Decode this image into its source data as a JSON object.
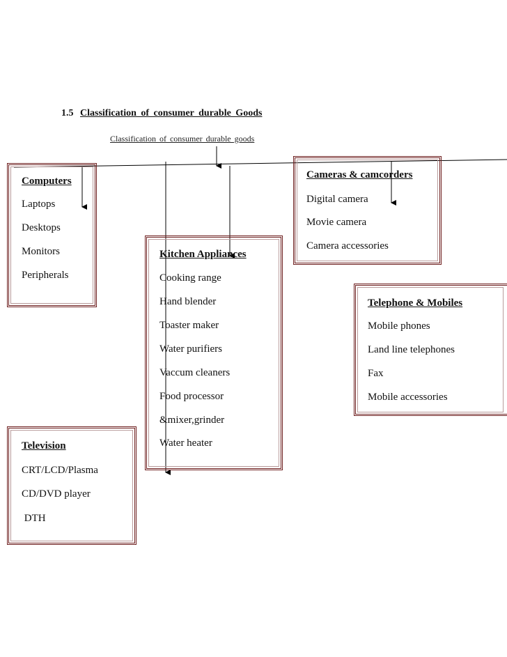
{
  "heading": {
    "number": "1.5",
    "title": "Classification  of  consumer  durable  Goods"
  },
  "diagram_title": "Classification  of  consumer  durable  goods",
  "colors": {
    "box_border": "#6e1f1f",
    "box_inner_line": "#b89a9a",
    "connector": "#000000",
    "text": "#111111"
  },
  "groups": {
    "computers": {
      "title": "Computers",
      "items": [
        "Laptops",
        "Desktops",
        "Monitors",
        "Peripherals"
      ]
    },
    "kitchen": {
      "title": "Kitchen Appliances",
      "items": [
        "Cooking range",
        "Hand blender",
        "Toaster maker",
        "Water purifiers",
        "Vaccum cleaners",
        "Food processor",
        "&mixer,grinder",
        "Water heater"
      ]
    },
    "cameras": {
      "title": "Cameras & camcorders",
      "items": [
        "Digital  camera",
        "Movie camera",
        "Camera accessories"
      ]
    },
    "telephone": {
      "title": "Telephone & Mobiles",
      "items": [
        "Mobile phones",
        "Land line telephones",
        "Fax",
        "Mobile accessories"
      ]
    },
    "television": {
      "title": "Television",
      "items": [
        "CRT/LCD/Plasma",
        "CD/DVD player",
        " DTH"
      ]
    }
  }
}
